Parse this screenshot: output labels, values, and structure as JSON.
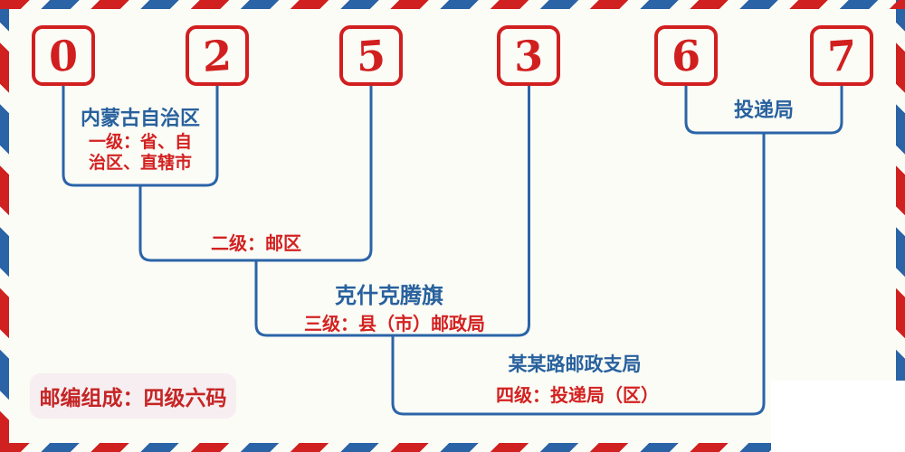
{
  "postal_code": {
    "digits": [
      "0",
      "2",
      "5",
      "3",
      "6",
      "7"
    ]
  },
  "annotations": {
    "level1": {
      "region": "内蒙古自治区",
      "desc_line1": "一级：省、自",
      "desc_line2": "治区、直辖市"
    },
    "level2": {
      "desc": "二级：邮区"
    },
    "level3": {
      "region": "克什克腾旗",
      "desc": "三级：县（市）邮政局"
    },
    "level4": {
      "region": "某某路邮政支局",
      "desc": "四级：投递局（区）"
    },
    "delivery_office": {
      "label": "投递局"
    }
  },
  "badge": {
    "text": "邮编组成：四级六码"
  },
  "colors": {
    "stripe_red": "#d02020",
    "stripe_blue": "#2a63a6",
    "box_red": "#d11f1f",
    "line_blue": "#2b64a8",
    "text_blue": "#28619e",
    "text_red": "#d32121",
    "badge_bg": "#f6eef0",
    "background": "#fbfcf6"
  }
}
